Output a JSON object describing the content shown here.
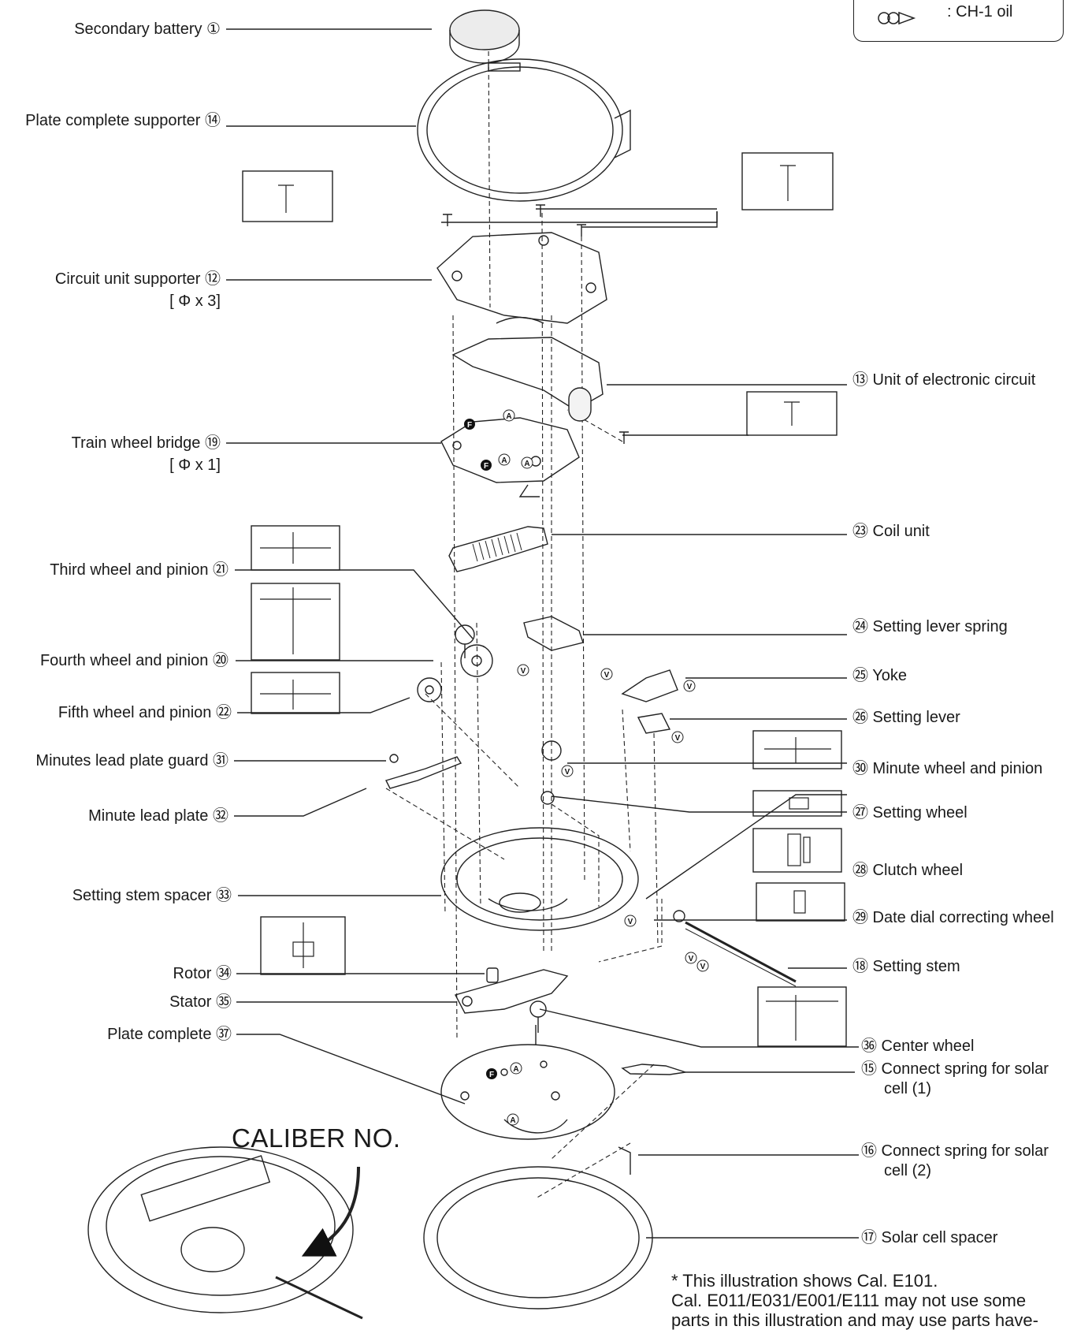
{
  "legend": {
    "symbol_name": "oil-dropper-icon",
    "separator": ":",
    "text": "CH-1 oil"
  },
  "labels_left": {
    "secondary_battery": "Secondary battery ①",
    "plate_complete_supporter": "Plate complete supporter ⑭",
    "circuit_unit_supporter": "Circuit unit supporter ⑫",
    "circuit_unit_supporter_screws": "[ Φ x 3]",
    "train_wheel_bridge": "Train wheel bridge ⑲",
    "train_wheel_bridge_screws": "[ Φ x 1]",
    "third_wheel": "Third wheel and pinion ㉑",
    "fourth_wheel": "Fourth wheel and pinion ⑳",
    "fifth_wheel": "Fifth wheel and pinion ㉒",
    "minutes_lead_plate_guard": "Minutes lead plate guard ㉛",
    "minute_lead_plate": "Minute lead plate ㉜",
    "setting_stem_spacer": "Setting stem spacer ㉝",
    "rotor": "Rotor ㉞",
    "stator": "Stator ㉟",
    "plate_complete": "Plate complete ㊲"
  },
  "labels_right": {
    "unit_electronic_circuit": "⑬ Unit of electronic circuit",
    "coil_unit": "㉓ Coil unit",
    "setting_lever_spring": "㉔ Setting lever spring",
    "yoke": "㉕ Yoke",
    "setting_lever": "㉖ Setting lever",
    "minute_wheel": "㉚ Minute wheel and pinion",
    "setting_wheel": "㉗ Setting wheel",
    "clutch_wheel": "㉘ Clutch wheel",
    "date_dial_correcting_wheel": "㉙ Date dial correcting wheel",
    "setting_stem": "⑱ Setting stem",
    "center_wheel": "㊱ Center wheel",
    "connect_spring_1_line1": "⑮ Connect spring for solar",
    "connect_spring_1_line2": "cell (1)",
    "connect_spring_2_line1": "⑯ Connect spring for solar",
    "connect_spring_2_line2": "cell (2)",
    "solar_cell_spacer": "⑰ Solar cell spacer"
  },
  "caliber_label": "CALIBER NO.",
  "note": {
    "line1": "* This illustration shows Cal. E101.",
    "line2": "Cal. E011/E031/E001/E111 may not use some",
    "line3": "parts in this illustration and may use parts have-"
  },
  "oil_markers": {
    "A": "A",
    "F": "F",
    "V": "V"
  }
}
